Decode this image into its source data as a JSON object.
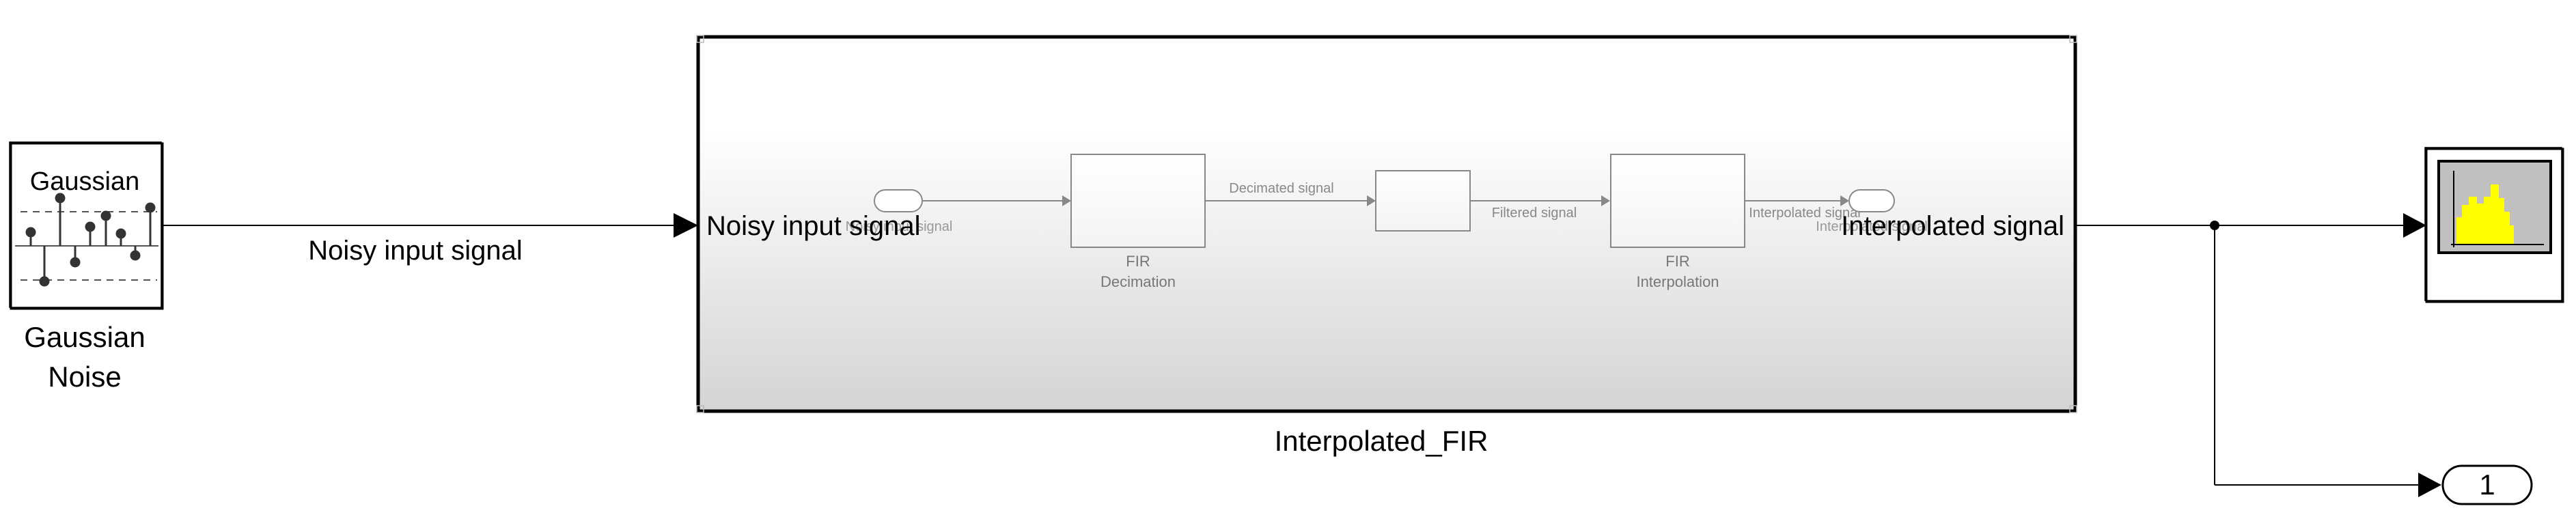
{
  "blocks": {
    "gaussian_noise": {
      "icon_label": "Gaussian",
      "name_line1": "Gaussian",
      "name_line2": "Noise"
    },
    "subsystem": {
      "name": "Interpolated_FIR",
      "port_in_label": "Noisy input signal",
      "port_out_label": "Interpolated signal",
      "inner": {
        "inport_label": "Noisy input signal",
        "decimation_line1": "FIR",
        "decimation_line2": "Decimation",
        "interpolation_line1": "FIR",
        "interpolation_line2": "Interpolation",
        "outport_label": "Interpolated signal"
      }
    },
    "outport": {
      "number": "1"
    }
  },
  "signals": {
    "noisy_input": "Noisy input signal",
    "decimated": "Decimated signal",
    "filtered": "Filtered signal",
    "interpolated": "Interpolated signal"
  },
  "colors": {
    "scope_yellow": "#ffff00",
    "scope_screen": "#c0c0c0",
    "subsystem_gradient_top": "#ffffff",
    "subsystem_gradient_bottom": "#d6d6d6",
    "inner_line": "#8a8a8a"
  }
}
